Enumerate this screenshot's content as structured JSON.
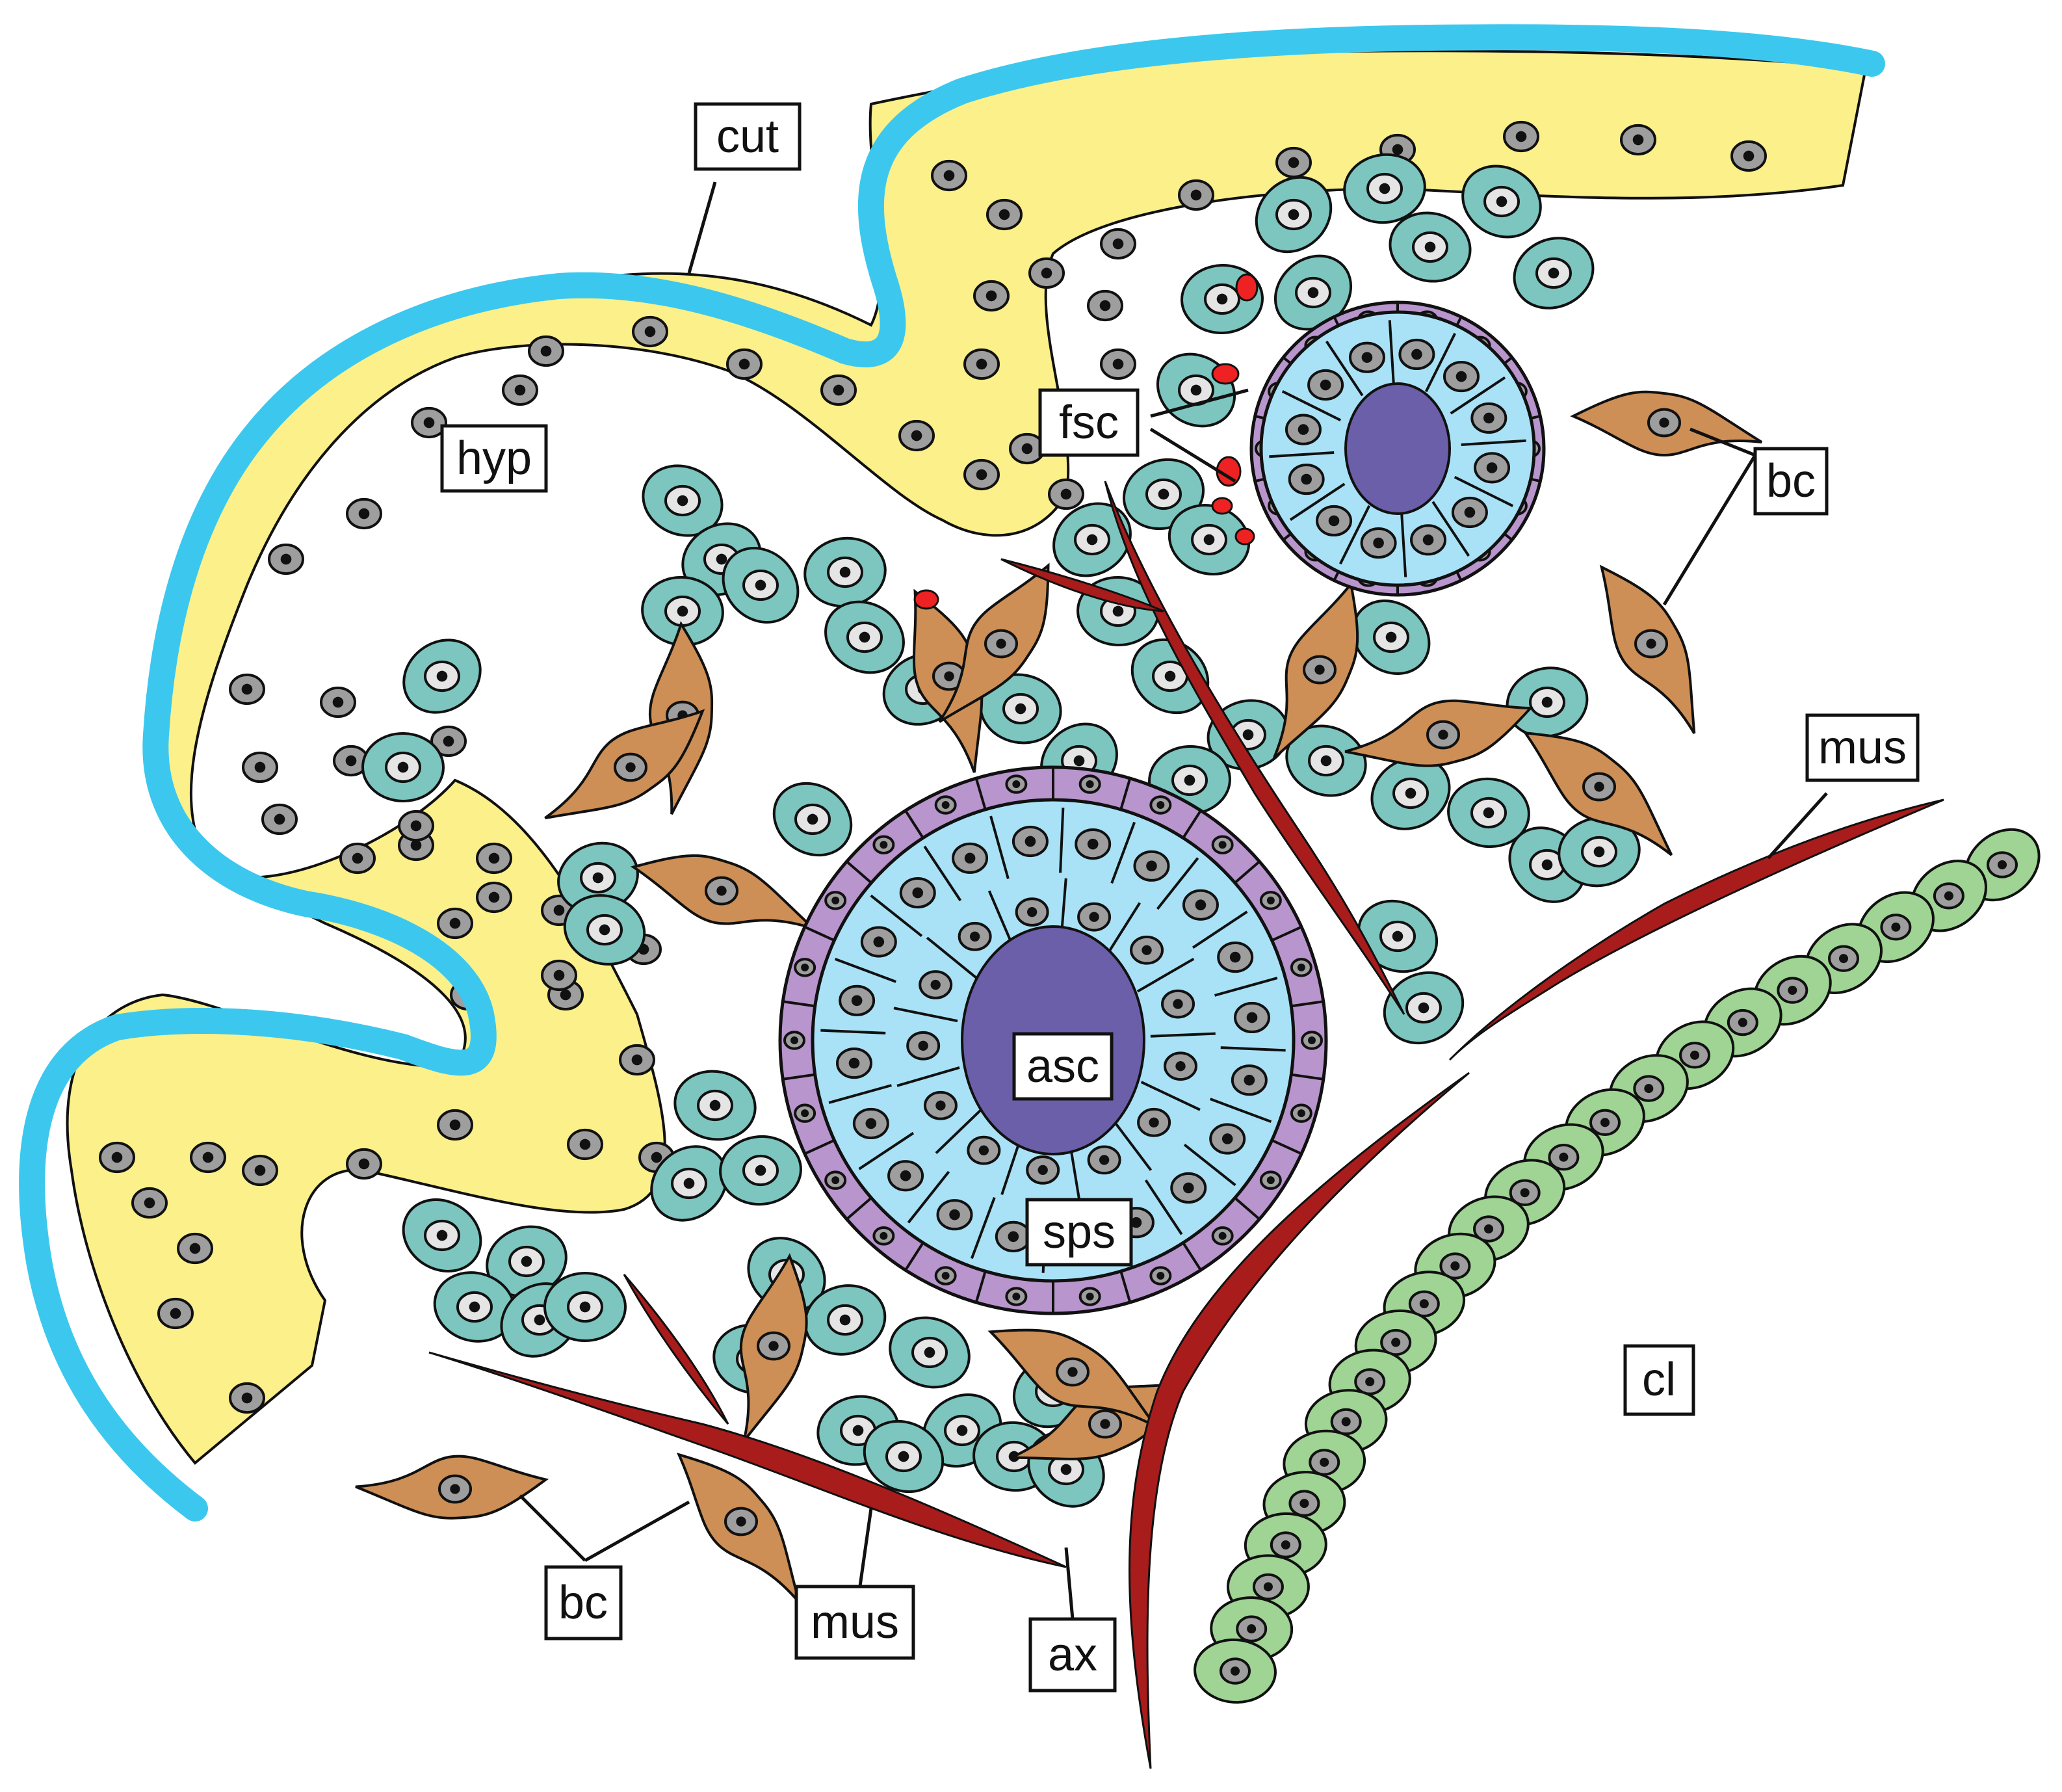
{
  "labels": {
    "cut": "cut",
    "hyp": "hyp",
    "fsc": "fsc",
    "bc_right": "bc",
    "mus_right": "mus",
    "asc": "asc",
    "sps": "sps",
    "cl": "cl",
    "bc_bottom": "bc",
    "mus_bottom": "mus",
    "ax": "ax"
  },
  "colors": {
    "cuticle": "#3cc8ee",
    "hypodermis": "#fbf08a",
    "teal_cell": "#7cc6bf",
    "blue_cell": "#a9e2f6",
    "sheath_cell": "#b895cc",
    "cord_lumen": "#6a5fa8",
    "basal_cell": "#cd8f55",
    "muscle": "#a81c1c",
    "coelom_lining": "#9fd494",
    "red_granule": "#ee2222",
    "nucleus": "#9e9e9e"
  }
}
